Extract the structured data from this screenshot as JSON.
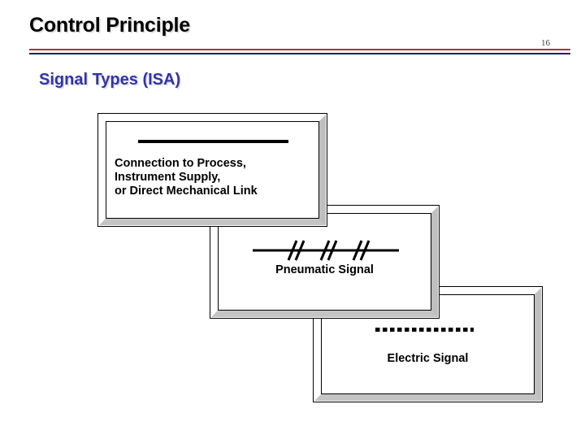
{
  "slide": {
    "title": "Control Principle",
    "page_number": "16",
    "subtitle": "Signal Types (ISA)",
    "rules": {
      "top_color": "#9e3b3b",
      "bottom_color": "#1f1f6b"
    }
  },
  "boxes": [
    {
      "name": "connection-to-process",
      "symbol": "solid-line",
      "lines": [
        "Connection to Process,",
        "Instrument Supply,",
        "or Direct Mechanical Link"
      ],
      "caption": ""
    },
    {
      "name": "pneumatic-signal",
      "symbol": "line-with-double-slashes",
      "slash_pairs": 3,
      "lines": [],
      "caption": "Pneumatic Signal"
    },
    {
      "name": "electric-signal",
      "symbol": "dashed-line",
      "dash_count": 14,
      "lines": [],
      "caption": "Electric Signal"
    }
  ],
  "colors": {
    "title": "#000000",
    "subtitle": "#3333a8",
    "frame_highlight": "#ffffff",
    "frame_shadow": "#bfbfbf",
    "background": "#ffffff"
  }
}
